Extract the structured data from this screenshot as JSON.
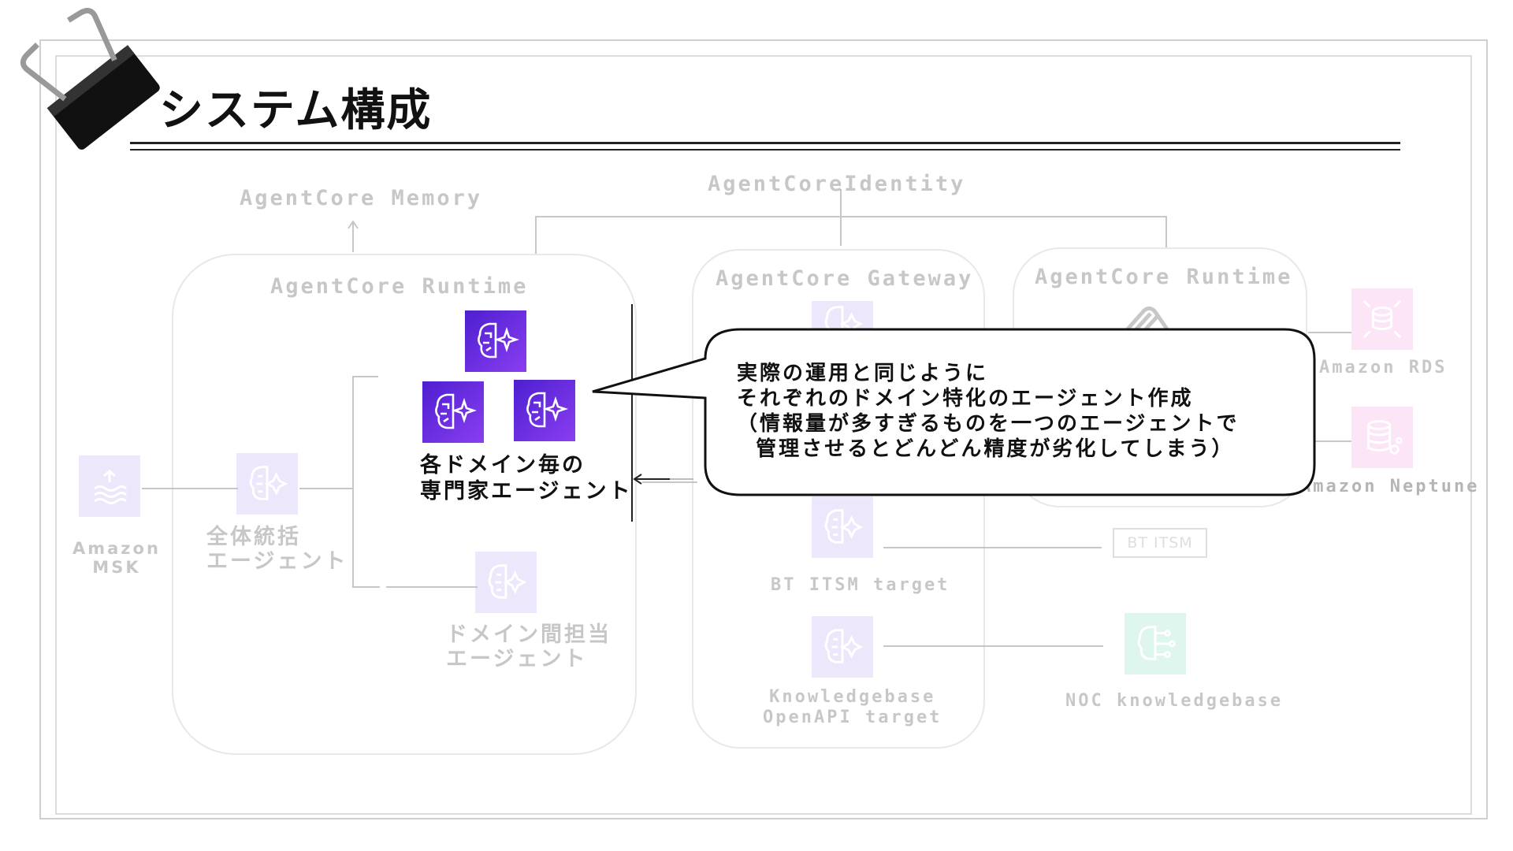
{
  "slide": {
    "title": "システム構成"
  },
  "diagram": {
    "memory_label": "AgentCore Memory",
    "identity_label": "AgentCoreIdentity",
    "runtime_left_label": "AgentCore Runtime",
    "gateway_label": "AgentCore Gateway",
    "runtime_right_label": "AgentCore Runtime",
    "msk_label": "Amazon\nMSK",
    "supervisor_agent_label": "全体統括\nエージェント",
    "expert_agents_label": "各ドメイン毎の\n専門家エージェント",
    "cross_domain_agent_label": "ドメイン間担当\nエージェント",
    "bt_itsm_target_label": "BT ITSM target",
    "bt_itsm_box_label": "BT  ITSM",
    "kb_target_label": "Knowledgebase\nOpenAPI target",
    "noc_kb_label": "NOC knowledgebase",
    "rds_label": "Amazon RDS",
    "neptune_label": "Amazon Neptune"
  },
  "callout": {
    "text": "実際の運用と同じように\nそれぞれのドメイン特化のエージェント作成\n（情報量が多すぎるものを一つのエージェントで\n  管理させるとどんどん精度が劣化してしまう）"
  },
  "icons": {
    "agent": "bedrock-agent-brain-icon",
    "msk": "amazon-msk-icon",
    "rds": "amazon-rds-icon",
    "neptune": "amazon-neptune-icon",
    "noc": "ai-knowledge-icon",
    "clip": "binder-clip-icon"
  },
  "colors": {
    "agent_purple": "#6a2ee8",
    "faded_lavender": "#c9b6f3",
    "rds_pink": "#f3b0e6",
    "noc_teal": "#9ee6cf"
  }
}
